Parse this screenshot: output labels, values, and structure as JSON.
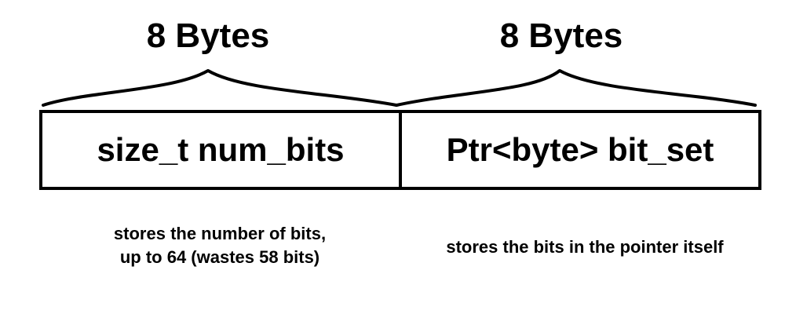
{
  "diagram": {
    "left": {
      "size_label": "8 Bytes",
      "field": "size_t num_bits",
      "description_line1": "stores the number of bits,",
      "description_line2": "up to 64 (wastes 58 bits)"
    },
    "right": {
      "size_label": "8 Bytes",
      "field": "Ptr<byte> bit_set",
      "description_line1": "stores the bits in the pointer itself"
    }
  }
}
